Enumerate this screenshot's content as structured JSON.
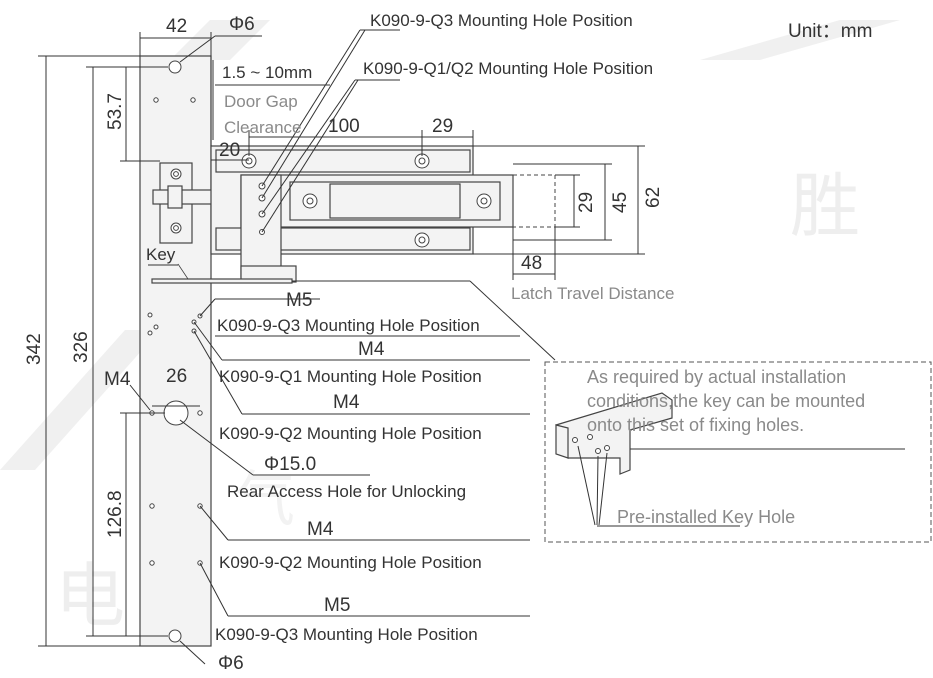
{
  "unit_label": "Unit：mm",
  "watermark_chars": [
    "胜",
    "电",
    "气"
  ],
  "dimensions": {
    "top_width": "42",
    "top_hole": "Φ6",
    "gap_range": "1.5 ~ 10mm",
    "left_53": "53.7",
    "w100": "100",
    "w29_top": "29",
    "w20": "20",
    "h29": "29",
    "h45": "45",
    "h62": "62",
    "w48": "48",
    "h342": "342",
    "h326": "326",
    "m4_left": "M4",
    "w26": "26",
    "h126": "126.8",
    "bottom_hole": "Φ6",
    "key_hole_dia": "Φ15.0"
  },
  "labels": {
    "q3_top": "K090-9-Q3  Mounting Hole Position",
    "q1q2_top": "K090-9-Q1/Q2  Mounting Hole Position",
    "door_gap": "Door Gap",
    "clearance": "Clearance",
    "key": "Key",
    "latch_travel": "Latch Travel Distance",
    "m5_a": "M5",
    "q3_mid": "K090-9-Q3 Mounting Hole Position",
    "m4_a": "M4",
    "q1_mid": "K090-9-Q1 Mounting Hole Position",
    "m4_b": "M4",
    "q2_mid": "K090-9-Q2 Mounting Hole Position",
    "rear_access": "Rear Access Hole for Unlocking",
    "m4_c": "M4",
    "q2_low": "K090-9-Q2 Mounting Hole Position",
    "m5_b": "M5",
    "q3_low": "K090-9-Q3 Mounting Hole Position"
  },
  "note": {
    "line1": "As required by actual installation",
    "line2": "conditions,the key can be mounted",
    "line3": "onto this set of fixing holes.",
    "preinstalled": "Pre-installed Key Hole"
  }
}
